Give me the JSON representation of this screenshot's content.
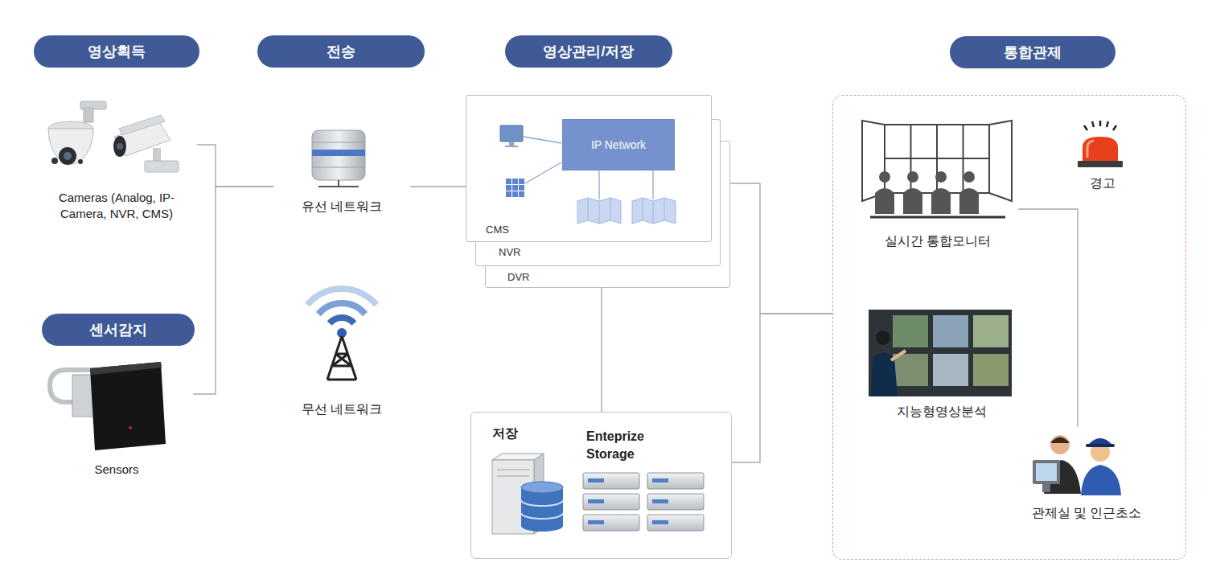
{
  "diagram": {
    "nodes": [
      {
        "text": [
          "영상획득"
        ]
      },
      {
        "text": [
          "전송"
        ]
      },
      {
        "text": [
          "영상관리/저장"
        ]
      },
      {
        "text": [
          "통합관제"
        ]
      },
      {
        "text": [
          "Cameras (Analog, IP-Camera, NVR, CMS)"
        ]
      },
      {
        "text": [
          "유선 네트워크"
        ]
      },
      {
        "text": [
          "CMS"
        ]
      },
      {
        "text": [
          "IP Network"
        ],
        "in": 6
      },
      {
        "text": [
          "NVR"
        ]
      },
      {
        "text": [
          "DVR"
        ]
      },
      {
        "text": [
          "실시간 통합모니터"
        ],
        "in": 3
      },
      {
        "text": [
          "경고"
        ],
        "in": 3
      },
      {
        "text": [
          "센서감지"
        ]
      },
      {
        "text": [
          "무선 네트워크"
        ]
      },
      {
        "text": [
          "지능형영상분석"
        ],
        "in": 3
      },
      {
        "text": [
          "Sensors"
        ]
      },
      {
        "text": [
          "저장",
          "Enteprize Storage"
        ]
      },
      {
        "text": [
          "관제실 및 인근초소"
        ],
        "in": 3
      }
    ],
    "edges": [
      {
        "from": 4,
        "to": 5,
        "arrow": "none"
      },
      {
        "from": 15,
        "to": 5,
        "arrow": "none"
      },
      {
        "from": 5,
        "to": 6,
        "arrow": "none"
      },
      {
        "from": 9,
        "to": 16,
        "arrow": "none"
      },
      {
        "from": 9,
        "to": 3,
        "arrow": "none"
      },
      {
        "from": 16,
        "to": 3,
        "arrow": "none"
      },
      {
        "from": 10,
        "to": 17,
        "arrow": "none"
      }
    ]
  }
}
